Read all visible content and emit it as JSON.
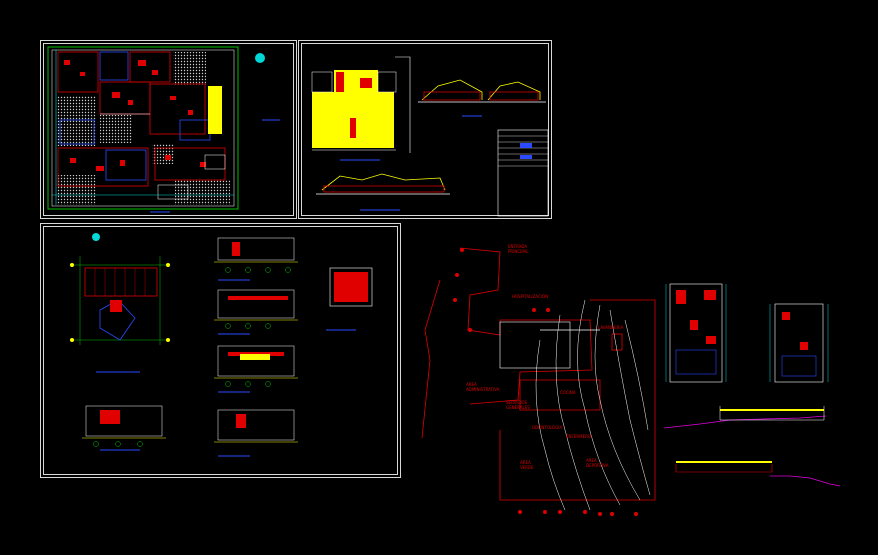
{
  "site_labels": {
    "main_entrance": "ENTRADA\nPRINCIPAL",
    "hospitalization": "HOSPITALIZACION",
    "laundry": "LAVANDERIA",
    "admin_area": "AREA\nADMINISTRATIVA",
    "general_services": "SERVICIOS\nGENERALES",
    "kitchen": "COCINA",
    "dentistry": "ODONTOLOGIA",
    "nursing": "ENFERMERIA",
    "green_area": "AREA\nVERDE",
    "sports_area": "AREA\nDEPORTIVA"
  },
  "colors": {
    "background": "#000000",
    "sheet_frame": "#d8d8d8",
    "red": "#e00000",
    "yellow": "#ffff00",
    "blue": "#2a4bff",
    "cyan": "#00d8d8",
    "green": "#00c000",
    "magenta": "#e000e0",
    "white": "#ffffff"
  }
}
